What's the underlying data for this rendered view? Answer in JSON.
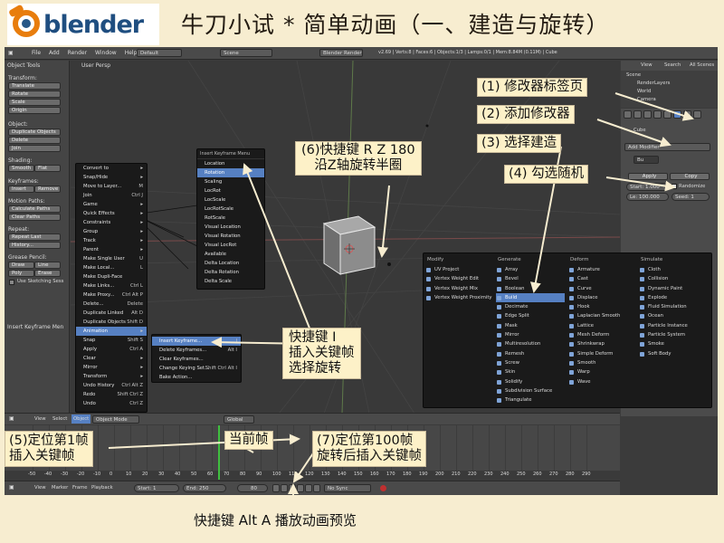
{
  "logo": {
    "text": "blender"
  },
  "title": "牛刀小试 * 简单动画（一、建造与旋转）",
  "info_bar": {
    "menus": [
      "File",
      "Add",
      "Render",
      "Window",
      "Help"
    ],
    "layout": "Default",
    "scene": "Scene",
    "engine": "Blender Render",
    "stats": "v2.69 | Verts:8 | Faces:6 | Objects:1/3 | Lamps:0/1 | Mem:8.84M (0.11M) | Cube"
  },
  "tool_shelf": {
    "title": "Object Tools",
    "transform_label": "Transform:",
    "transform_buttons": [
      "Translate",
      "Rotate",
      "Scale",
      "Origin"
    ],
    "object_label": "Object:",
    "object_buttons": [
      "Duplicate Objects",
      "Delete",
      "Join"
    ],
    "shading_label": "Shading:",
    "shading_buttons": [
      "Smooth",
      "Flat"
    ],
    "keyframes_label": "Keyframes:",
    "keyframes_buttons": [
      "Insert",
      "Remove"
    ],
    "motion_label": "Motion Paths:",
    "motion_buttons": [
      "Calculate Paths",
      "Clear Paths"
    ],
    "repeat_label": "Repeat:",
    "repeat_buttons": [
      "Repeat Last",
      "History..."
    ],
    "grease_label": "Grease Pencil:",
    "grease_buttons": [
      "Draw",
      "Line",
      "Poly",
      "Erase"
    ],
    "sketch_label": "Use Sketching Sess",
    "operator_title": "Insert Keyframe Men"
  },
  "viewport": {
    "label": "User Persp"
  },
  "object_menu": [
    {
      "label": "Convert to",
      "sc": "▸"
    },
    {
      "label": "Snap/Hide",
      "sc": "▸"
    },
    {
      "label": "Move to Layer...",
      "sc": "M"
    },
    {
      "label": "Join",
      "sc": "Ctrl J"
    },
    {
      "label": "Game",
      "sc": "▸"
    },
    {
      "label": "Quick Effects",
      "sc": "▸"
    },
    {
      "label": "Constraints",
      "sc": "▸"
    },
    {
      "label": "Group",
      "sc": "▸"
    },
    {
      "label": "Track",
      "sc": "▸"
    },
    {
      "label": "Parent",
      "sc": "▸"
    },
    {
      "label": "Make Single User",
      "sc": "U"
    },
    {
      "label": "Make Local...",
      "sc": "L"
    },
    {
      "label": "Make Dupli-Face",
      "sc": ""
    },
    {
      "label": "Make Links...",
      "sc": "Ctrl L"
    },
    {
      "label": "Make Proxy...",
      "sc": "Ctrl Alt P"
    },
    {
      "label": "Delete...",
      "sc": "Delete"
    },
    {
      "label": "Duplicate Linked",
      "sc": "Alt D"
    },
    {
      "label": "Duplicate Objects",
      "sc": "Shift D"
    },
    {
      "label": "Animation",
      "sc": "▸"
    },
    {
      "label": "Snap",
      "sc": "Shift S"
    },
    {
      "label": "Apply",
      "sc": "Ctrl A"
    },
    {
      "label": "Clear",
      "sc": "▸"
    },
    {
      "label": "Mirror",
      "sc": "▸"
    },
    {
      "label": "Transform",
      "sc": "▸"
    },
    {
      "label": "Undo History",
      "sc": "Ctrl Alt Z"
    },
    {
      "label": "Redo",
      "sc": "Shift Ctrl Z"
    },
    {
      "label": "Undo",
      "sc": "Ctrl Z"
    }
  ],
  "animation_submenu": [
    {
      "label": "Insert Keyframe...",
      "sc": "I"
    },
    {
      "label": "Delete Keyframes...",
      "sc": "Alt I"
    },
    {
      "label": "Clear Keyframes...",
      "sc": ""
    },
    {
      "label": "Change Keying Set...",
      "sc": "Shift Ctrl Alt I"
    },
    {
      "label": "Bake Action...",
      "sc": ""
    }
  ],
  "keyframe_menu": {
    "title": "Insert Keyframe Menu",
    "items": [
      "Location",
      "Rotation",
      "Scaling",
      "LocRot",
      "LocScale",
      "LocRotScale",
      "RotScale",
      "Visual Location",
      "Visual Rotation",
      "Visual LocRot",
      "Available",
      "Delta Location",
      "Delta Rotation",
      "Delta Scale"
    ]
  },
  "outliner": {
    "menus": [
      "View",
      "Search",
      "All Scenes"
    ],
    "items": [
      "Scene",
      "RenderLayers",
      "World",
      "Camera"
    ]
  },
  "properties": {
    "object": "Cube",
    "add_modifier": "Add Modifier",
    "modifier_name": "Bu",
    "apply": "Apply",
    "copy": "Copy",
    "randomize": "Randomize",
    "start": "Start: 1.000",
    "seed": "Seed: 1",
    "length": "Le: 100.000"
  },
  "modifiers": {
    "headers": [
      "Modify",
      "Generate",
      "Deform",
      "Simulate"
    ],
    "modify": [
      "UV Project",
      "Vertex Weight Edit",
      "Vertex Weight Mix",
      "Vertex Weight Proximity"
    ],
    "generate": [
      "Array",
      "Bevel",
      "Boolean",
      "Build",
      "Decimate",
      "Edge Split",
      "Mask",
      "Mirror",
      "Multiresolution",
      "Remesh",
      "Screw",
      "Skin",
      "Solidify",
      "Subdivision Surface",
      "Triangulate"
    ],
    "deform": [
      "Armature",
      "Cast",
      "Curve",
      "Displace",
      "Hook",
      "Laplacian Smooth",
      "Lattice",
      "Mesh Deform",
      "Shrinkwrap",
      "Simple Deform",
      "Smooth",
      "Warp",
      "Wave"
    ],
    "simulate": [
      "Cloth",
      "Collision",
      "Dynamic Paint",
      "Explode",
      "Fluid Simulation",
      "Ocean",
      "Particle Instance",
      "Particle System",
      "Smoke",
      "Soft Body"
    ]
  },
  "viewport_header": {
    "menus": [
      "View",
      "Select",
      "Object"
    ],
    "mode": "Object Mode",
    "orientation": "Global"
  },
  "timeline": {
    "ticks": [
      "-50",
      "-40",
      "-30",
      "-20",
      "-10",
      "0",
      "10",
      "20",
      "30",
      "40",
      "50",
      "60",
      "70",
      "80",
      "90",
      "100",
      "110",
      "120",
      "130",
      "140",
      "150",
      "160",
      "170",
      "180",
      "190",
      "200",
      "210",
      "220",
      "230",
      "240",
      "250",
      "260",
      "270",
      "280",
      "290"
    ],
    "menus": [
      "View",
      "Marker",
      "Frame",
      "Playback"
    ],
    "start": "Start: 1",
    "end": "End: 250",
    "current": "80",
    "sync": "No Sync"
  },
  "annotations": {
    "a1": "(1) 修改器标签页",
    "a2": "(2) 添加修改器",
    "a3": "(3) 选择建造",
    "a4": "(4) 勾选随机",
    "a6_line1": "(6)快捷键 R Z 180",
    "a6_line2": "沿Z轴旋转半圈",
    "insert_line1": "快捷键 I",
    "insert_line2": "插入关键帧",
    "insert_line3": "选择旋转",
    "a5_line1": "(5)定位第1帧",
    "a5_line2": "插入关键帧",
    "current_frame": "当前帧",
    "a7_line1": "(7)定位第100帧",
    "a7_line2": "旋转后插入关键帧",
    "bottom": "快捷键 Alt A 播放动画预览"
  }
}
